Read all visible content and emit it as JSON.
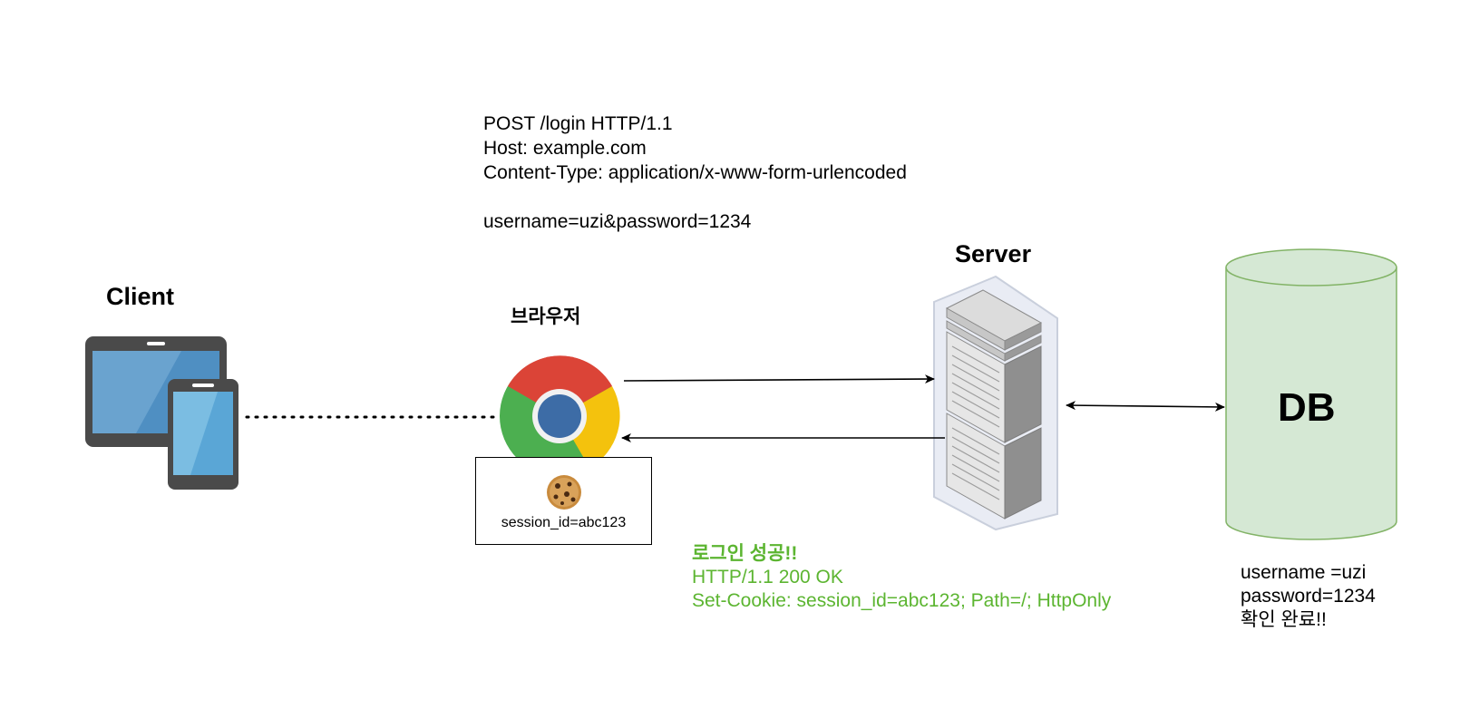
{
  "request": {
    "lines": [
      "POST /login HTTP/1.1",
      "Host: example.com",
      "Content-Type: application/x-www-form-urlencoded",
      "",
      "username=uzi&password=1234"
    ]
  },
  "nodes": {
    "client": {
      "label": "Client"
    },
    "browser": {
      "label": "브라우저"
    },
    "server": {
      "label": "Server"
    },
    "db": {
      "label": "DB"
    }
  },
  "cookie": {
    "text": "session_id=abc123"
  },
  "response": {
    "lines": [
      "로그인 성공!!",
      "HTTP/1.1 200 OK",
      "Set-Cookie: session_id=abc123; Path=/; HttpOnly"
    ]
  },
  "db_notes": {
    "lines": [
      "username =uzi",
      "password=1234",
      "확인 완료!!"
    ]
  },
  "colors": {
    "response_text": "#5cb531",
    "db_fill": "#d5e8d4",
    "db_stroke": "#82b366",
    "arrow": "#000000"
  },
  "icons": {
    "client": "tablet-and-phone-icon",
    "browser": "chrome-icon",
    "cookie": "cookie-icon",
    "server": "server-rack-icon"
  }
}
